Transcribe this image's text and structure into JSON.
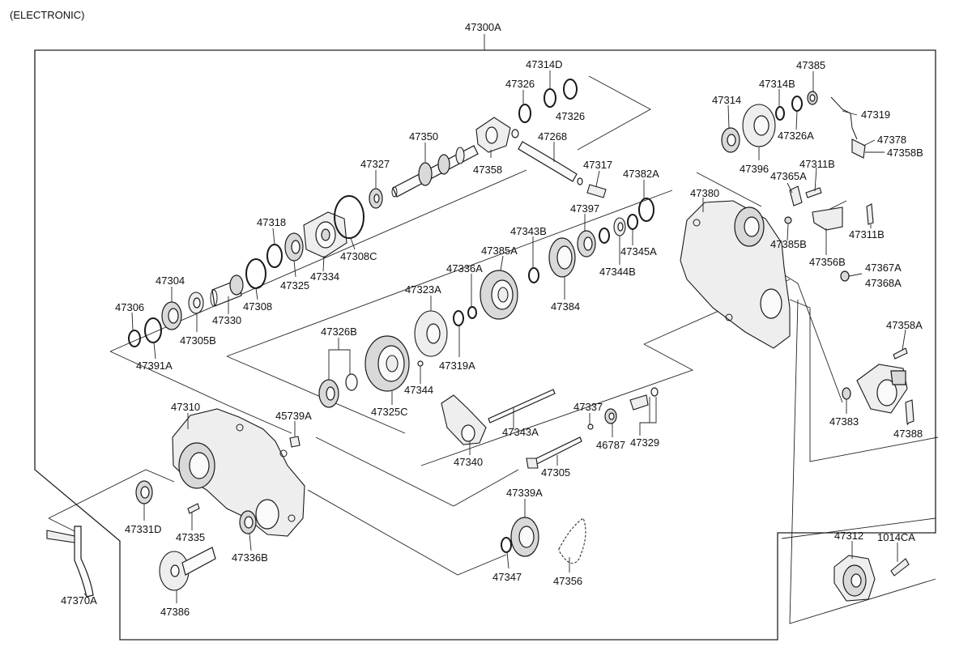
{
  "header_note": "(ELECTRONIC)",
  "assembly_number": "47300A",
  "part_labels": {
    "p47314D": "47314D",
    "p47326a": "47326",
    "p47326b": "47326",
    "p47350": "47350",
    "p47268": "47268",
    "p47358": "47358",
    "p47317": "47317",
    "p47327": "47327",
    "p47382A": "47382A",
    "p47318": "47318",
    "p47308C": "47308C",
    "p47334": "47334",
    "p47325": "47325",
    "p47304": "47304",
    "p47308": "47308",
    "p47330": "47330",
    "p47306": "47306",
    "p47305B": "47305B",
    "p47391A": "47391A",
    "p47397": "47397",
    "p47343B": "47343B",
    "p47345A": "47345A",
    "p47385A": "47385A",
    "p47344B": "47344B",
    "p47336A": "47336A",
    "p47384": "47384",
    "p47323A": "47323A",
    "p47326B": "47326B",
    "p47319A": "47319A",
    "p47344": "47344",
    "p47325C": "47325C",
    "p47337": "47337",
    "p47343A": "47343A",
    "p46787": "46787",
    "p47329": "47329",
    "p47340": "47340",
    "p47305": "47305",
    "p47310": "47310",
    "p45739A": "45739A",
    "p47331D": "47331D",
    "p47335": "47335",
    "p47336B": "47336B",
    "p47386": "47386",
    "p47370A": "47370A",
    "p47339A": "47339A",
    "p47347": "47347",
    "p47356": "47356",
    "p47385": "47385",
    "p47314B": "47314B",
    "p47319": "47319",
    "p47314": "47314",
    "p47326A": "47326A",
    "p47378": "47378",
    "p47358B": "47358B",
    "p47396": "47396",
    "p47311Ba": "47311B",
    "p47365A": "47365A",
    "p47380": "47380",
    "p47385B": "47385B",
    "p47311Bb": "47311B",
    "p47356B": "47356B",
    "p47367A": "47367A",
    "p47368A": "47368A",
    "p47358A": "47358A",
    "p47383": "47383",
    "p47388": "47388",
    "p47312": "47312",
    "p1014CA": "1014CA"
  }
}
